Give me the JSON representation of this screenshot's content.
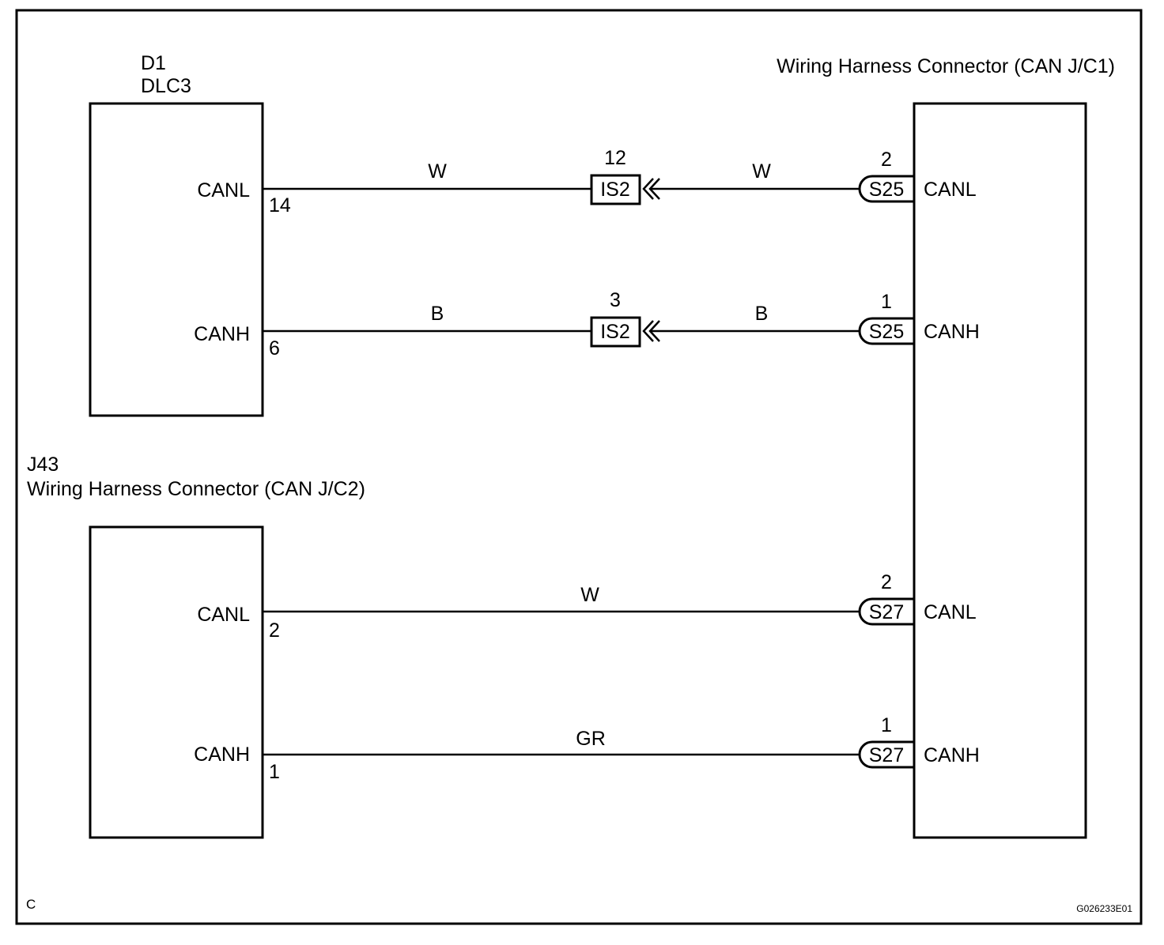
{
  "components": {
    "dlc3": {
      "id": "D1",
      "name": "DLC3",
      "pins": [
        {
          "label": "CANL",
          "num": "14"
        },
        {
          "label": "CANH",
          "num": "6"
        }
      ]
    },
    "jc1": {
      "name": "Wiring Harness Connector (CAN J/C1)",
      "pins": [
        {
          "label": "CANL"
        },
        {
          "label": "CANH"
        },
        {
          "label": "CANL"
        },
        {
          "label": "CANH"
        }
      ]
    },
    "jc2": {
      "id": "J43",
      "name": "Wiring Harness Connector (CAN J/C2)",
      "pins": [
        {
          "label": "CANL",
          "num": "2"
        },
        {
          "label": "CANH",
          "num": "1"
        }
      ]
    }
  },
  "wires": [
    {
      "color_left": "W",
      "color_right": "W",
      "junction": "IS2",
      "junction_pin": "12",
      "connector": "S25",
      "connector_pin": "2"
    },
    {
      "color_left": "B",
      "color_right": "B",
      "junction": "IS2",
      "junction_pin": "3",
      "connector": "S25",
      "connector_pin": "1"
    },
    {
      "color": "W",
      "connector": "S27",
      "connector_pin": "2"
    },
    {
      "color": "GR",
      "connector": "S27",
      "connector_pin": "1"
    }
  ],
  "footer": {
    "left_code": "C",
    "figure_id": "G026233E01"
  }
}
